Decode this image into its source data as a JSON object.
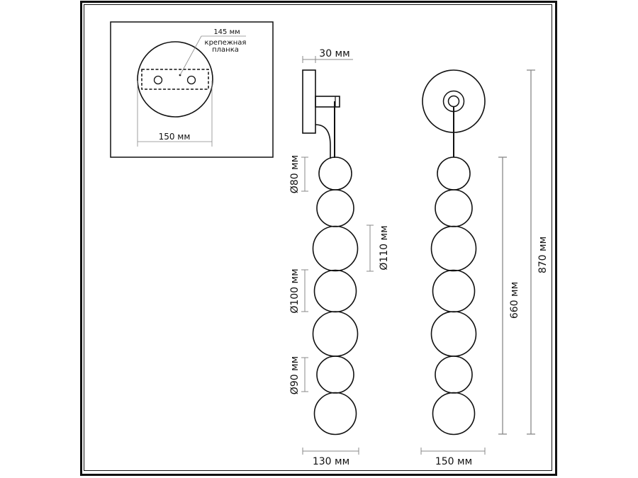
{
  "title": "Wall lamp dimension drawing",
  "colors": {
    "line": "#111111",
    "dim_line": "#888888",
    "background": "#ffffff"
  },
  "mount_detail": {
    "bracket_label": "145 мм",
    "bracket_name_line1": "крепежная",
    "bracket_name_line2": "планка",
    "canopy_width": "150 мм"
  },
  "side_view": {
    "depth_label": "30 мм",
    "ball_labels": {
      "d80": "Ø80 мм",
      "d110": "Ø110 мм",
      "d100": "Ø100 мм",
      "d90": "Ø90 мм"
    },
    "width_label": "130 мм"
  },
  "front_view": {
    "width_label": "150 мм",
    "shade_height_label": "660 мм",
    "total_height_label": "870 мм"
  },
  "balls_mm": [
    80,
    90,
    110,
    100,
    110,
    90,
    100
  ]
}
